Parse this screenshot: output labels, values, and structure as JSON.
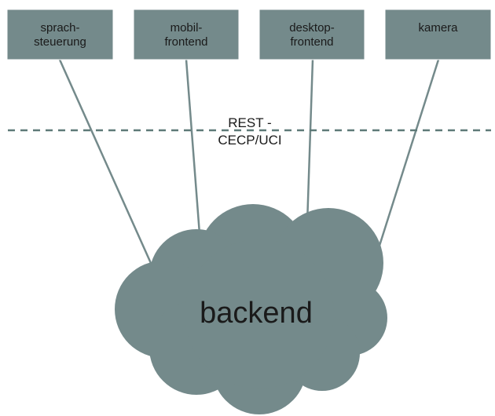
{
  "nodes": [
    {
      "id": "sprachsteuerung",
      "lines": [
        "sprach-",
        "steuerung"
      ]
    },
    {
      "id": "mobilfrontend",
      "lines": [
        "mobil-",
        "frontend"
      ]
    },
    {
      "id": "desktopfrontend",
      "lines": [
        "desktop-",
        "frontend"
      ]
    },
    {
      "id": "kamera",
      "lines": [
        "kamera"
      ]
    }
  ],
  "protocol": {
    "line1": "REST -",
    "line2": "CECP/UCI"
  },
  "backend": {
    "label": "backend"
  },
  "colors": {
    "node_fill": "#748a8b",
    "line": "#748a8b",
    "dashed_line": "#5e7a78",
    "text": "#1a1a1a"
  }
}
